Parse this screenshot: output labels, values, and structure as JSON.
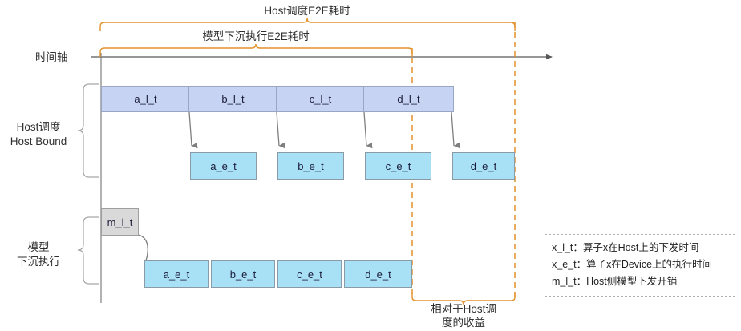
{
  "diagram": {
    "title_top_bracket": "Host调度E2E耗时",
    "title_second_bracket": "模型下沉执行E2E耗时",
    "axis_label": "时间轴",
    "benefit_label_line1": "相对于Host调",
    "benefit_label_line2": "度的收益",
    "colors": {
      "bracket": "#e3922a",
      "dashed": "#e3922a",
      "launch_fill": "#c6d3f2",
      "launch_stroke": "#9aa7c4",
      "exec_fill": "#a8e1f5",
      "exec_stroke": "#8a9aa6",
      "model_fill": "#d9d9d9",
      "model_stroke": "#9e9e9e",
      "axis": "#595959",
      "arrow": "#7f7f7f",
      "text": "#2f2f2f"
    }
  },
  "sections": {
    "host": {
      "label_line1": "Host调度",
      "label_line2": "Host Bound"
    },
    "sink": {
      "label_line1": "模型",
      "label_line2": "下沉执行"
    }
  },
  "host_launch_bars": [
    {
      "label": "a_l_t"
    },
    {
      "label": "b_l_t"
    },
    {
      "label": "c_l_t"
    },
    {
      "label": "d_l_t"
    }
  ],
  "host_exec_boxes": [
    {
      "label": "a_e_t"
    },
    {
      "label": "b_e_t"
    },
    {
      "label": "c_e_t"
    },
    {
      "label": "d_e_t"
    }
  ],
  "sink_model_box": {
    "label": "m_l_t"
  },
  "sink_exec_boxes": [
    {
      "label": "a_e_t"
    },
    {
      "label": "b_e_t"
    },
    {
      "label": "c_e_t"
    },
    {
      "label": "d_e_t"
    }
  ],
  "legend": {
    "lines": [
      "x_l_t：算子x在Host上的下发时间",
      "x_e_t：算子x在Device上的执行时间",
      "m_l_t：Host侧模型下发开销"
    ]
  }
}
